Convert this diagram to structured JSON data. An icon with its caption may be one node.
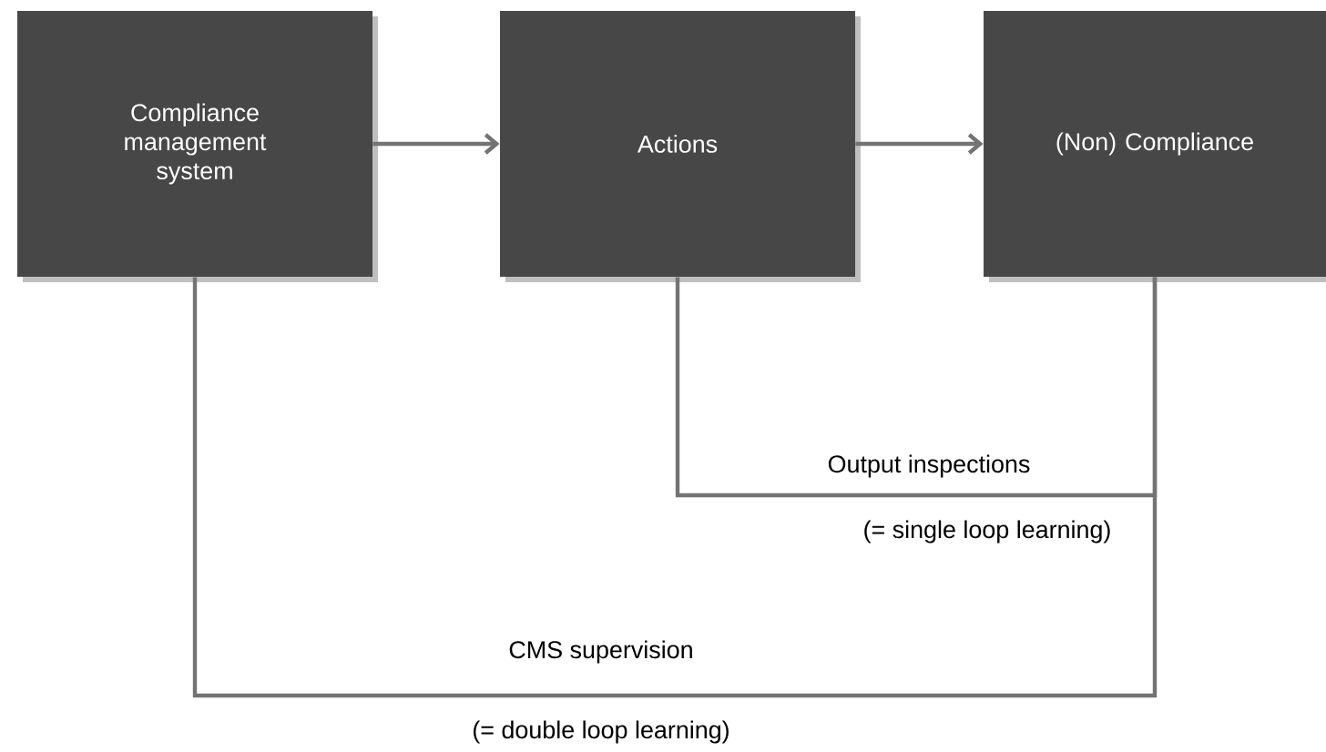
{
  "diagram": {
    "nodes": [
      {
        "text": [
          "Compliance management system"
        ]
      },
      {
        "text": [
          "Actions"
        ]
      },
      {
        "text": [
          "(Non) Compliance"
        ]
      }
    ],
    "edges": [
      {
        "from": 0,
        "to": 1,
        "arrow": "to"
      },
      {
        "from": 1,
        "to": 2,
        "arrow": "to"
      },
      {
        "from": 2,
        "to": 1,
        "arrow": "none",
        "label": "Output inspections"
      },
      {
        "from": 2,
        "to": 0,
        "arrow": "none",
        "label": "CMS supervision"
      }
    ],
    "labels": [
      "(= single loop learning)",
      "(= double loop learning)"
    ]
  }
}
